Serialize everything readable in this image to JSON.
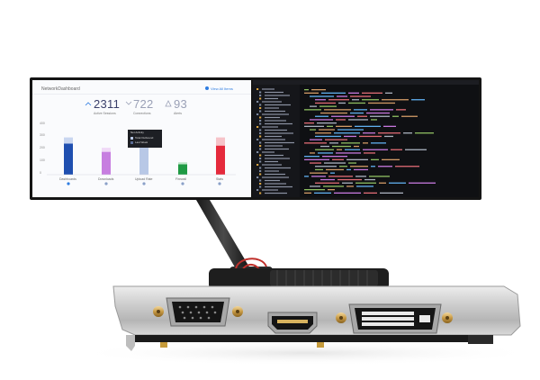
{
  "dashboard": {
    "title": "NetworkDashboard",
    "action_link": "View All Items",
    "metrics": [
      {
        "value": "2311",
        "label": "Active Sessions"
      },
      {
        "value": "722",
        "label": "Connections"
      },
      {
        "value": "93",
        "label": "Alerts"
      }
    ],
    "y_ticks": [
      "400",
      "300",
      "200",
      "100",
      "0"
    ],
    "tooltip": {
      "title": "Net Activity",
      "line1": "Total Outbound",
      "line2": "Last Week"
    },
    "bars": [
      {
        "label": "Dashboards",
        "value": 75,
        "cap": 90,
        "color": "#1f4fb0",
        "cap_color": "#c9d6f0"
      },
      {
        "label": "Downloads",
        "value": 55,
        "cap": 65,
        "color": "#c77ee0",
        "cap_color": "#f0d9f7"
      },
      {
        "label": "Upload Rate",
        "value": 70,
        "cap": 85,
        "color": "#b8c8e6",
        "cap_color": "#dfe8f6"
      },
      {
        "label": "Firewall",
        "value": 25,
        "cap": 30,
        "color": "#1f9a44",
        "cap_color": "#bfe6c9"
      },
      {
        "label": "Stats",
        "value": 70,
        "cap": 90,
        "color": "#e52a3c",
        "cap_color": "#f6c3c9"
      }
    ]
  },
  "colors": {
    "monitor_bezel": "#1a1a1a",
    "editor_bg": "#0f1013",
    "bracket": "#c8c8c8"
  }
}
